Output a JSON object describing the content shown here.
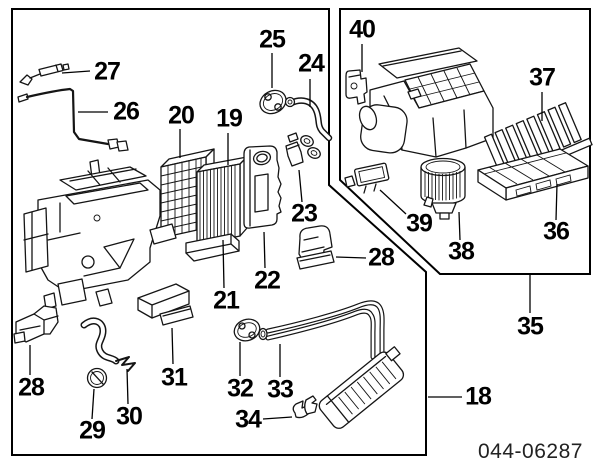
{
  "figure": {
    "drawing_number": "044-06287",
    "callouts": {
      "c18": "18",
      "c19": "19",
      "c20": "20",
      "c21": "21",
      "c22": "22",
      "c23": "23",
      "c24": "24",
      "c25": "25",
      "c26": "26",
      "c27": "27",
      "c28a": "28",
      "c28b": "28",
      "c29": "29",
      "c30": "30",
      "c31": "31",
      "c32": "32",
      "c33": "33",
      "c34": "34",
      "c35": "35",
      "c36": "36",
      "c37": "37",
      "c38": "38",
      "c39": "39",
      "c40": "40"
    }
  }
}
